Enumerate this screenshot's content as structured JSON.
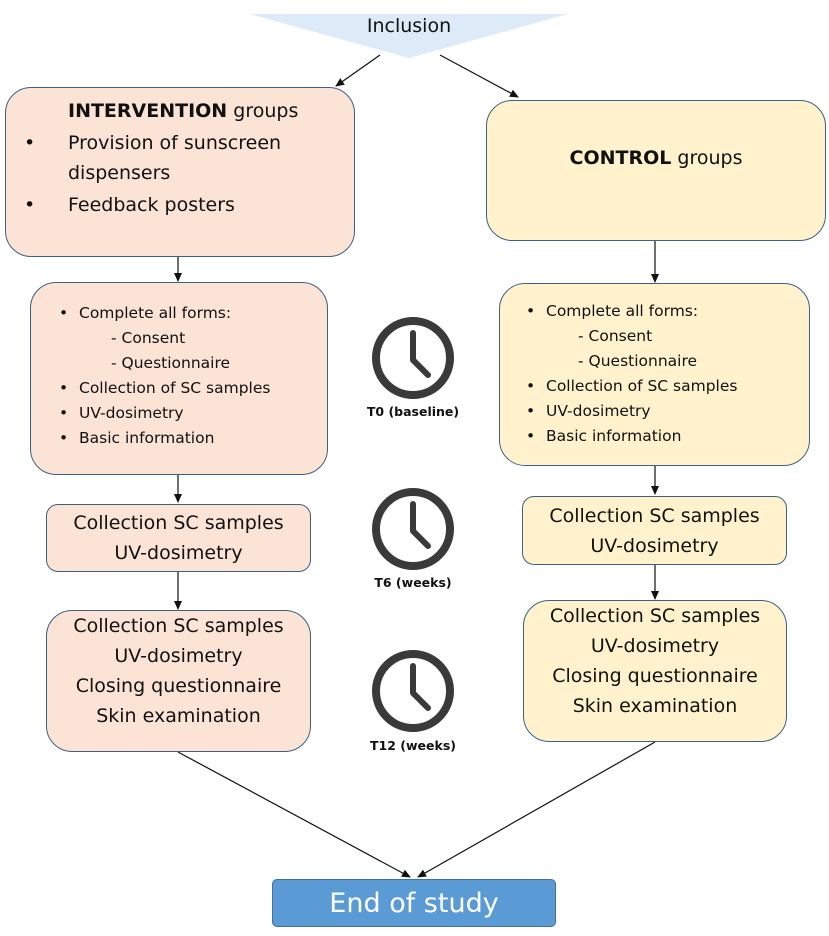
{
  "inclusion": "Inclusion",
  "intervention": {
    "title_bold": "INTERVENTION",
    "title_rest": " groups",
    "bullets": [
      "Provision of sunscreen dispensers",
      "Feedback posters"
    ],
    "t0": {
      "complete": "Complete all forms:",
      "consent": "- Consent",
      "questionnaire": "- Questionnaire",
      "items": [
        "Collection of SC samples",
        "UV-dosimetry",
        "Basic information"
      ]
    },
    "t6": [
      "Collection SC samples",
      "UV-dosimetry"
    ],
    "t12": [
      "Collection SC samples",
      "UV-dosimetry",
      "Closing questionnaire",
      "Skin examination"
    ]
  },
  "control": {
    "title_bold": "CONTROL",
    "title_rest": " groups",
    "t0": {
      "complete": "Complete all forms:",
      "consent": "- Consent",
      "questionnaire": "-  Questionnaire",
      "items": [
        "Collection of SC samples",
        "UV-dosimetry",
        "Basic information"
      ]
    },
    "t6": [
      "Collection SC samples",
      "UV-dosimetry"
    ],
    "t12": [
      "Collection SC samples",
      "UV-dosimetry",
      "Closing questionnaire",
      "Skin examination"
    ]
  },
  "timepoints": [
    "T0 (baseline)",
    "T6 (weeks)",
    "T12 (weeks)"
  ],
  "end": "End of study",
  "colors": {
    "intervention_fill": "#fbe3d6",
    "control_fill": "#fff2cc",
    "border": "#3e5f86",
    "end_fill": "#5b9bd5",
    "inclusion_fill": "#dcebf7"
  },
  "icons": [
    "clock-icon",
    "clock-icon",
    "clock-icon"
  ]
}
